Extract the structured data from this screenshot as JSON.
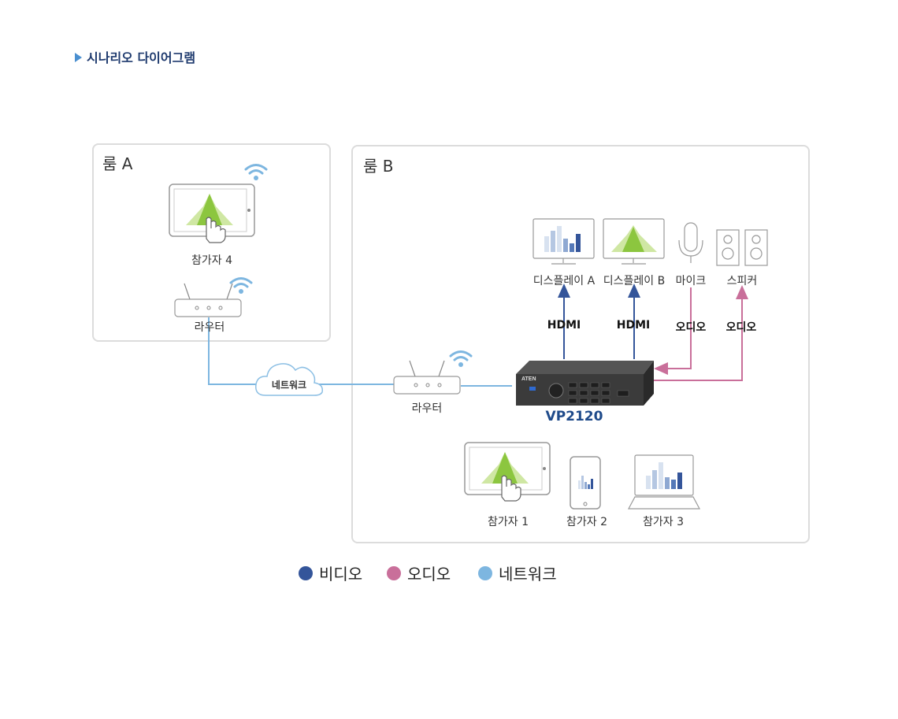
{
  "title": "시나리오 다이어그램",
  "rooms": {
    "a": {
      "label": "룸 A"
    },
    "b": {
      "label": "룸 B"
    }
  },
  "devices": {
    "participant4": "참가자 4",
    "router_a": "라우터",
    "network_cloud": "네트워크",
    "router_b": "라우터",
    "display_a": "디스플레이 A",
    "display_b": "디스플레이 B",
    "mic": "마이크",
    "speaker": "스피커",
    "vp": "VP2120",
    "vp_brand": "ATEN",
    "participant1": "참가자 1",
    "participant2": "참가자 2",
    "participant3": "참가자 3"
  },
  "connections": {
    "hdmi_a": "HDMI",
    "hdmi_b": "HDMI",
    "audio_mic": "오디오",
    "audio_speaker": "오디오"
  },
  "legend": [
    {
      "label": "비디오",
      "color": "#34559a"
    },
    {
      "label": "오디오",
      "color": "#c96f9a"
    },
    {
      "label": "네트워크",
      "color": "#7db6e0"
    }
  ],
  "colors": {
    "video": "#34559a",
    "audio": "#c96f9a",
    "network": "#7db6e0",
    "accent_title": "#1e3a6e"
  }
}
